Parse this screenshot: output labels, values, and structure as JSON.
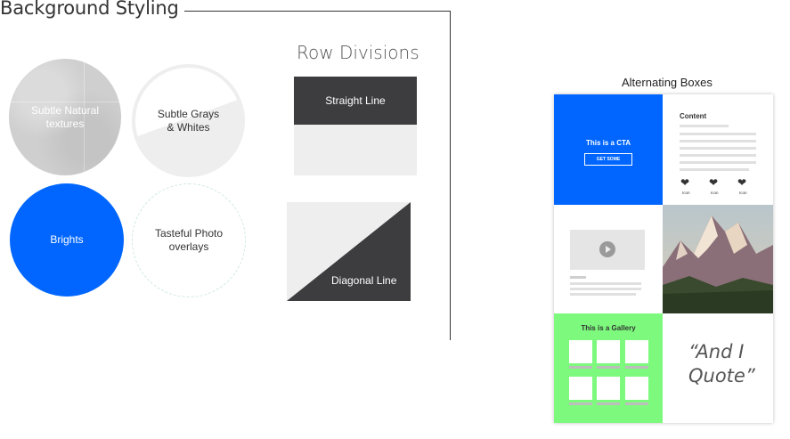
{
  "header": {
    "title": "Background Styling"
  },
  "backgrounds": {
    "texture_label": "Subtle Natural textures",
    "grays_label": "Subtle Grays & Whites",
    "brights_label": "Brights",
    "photo_label": "Tasteful Photo overlays",
    "colors": {
      "bright": "#0066ff",
      "gray": "#eeeeee",
      "texture": "#cfcfcf"
    }
  },
  "row_divisions": {
    "title": "Row Divisions",
    "straight_label": "Straight Line",
    "diagonal_label": "Diagonal Line",
    "colors": {
      "dark": "#3d3d3f",
      "light": "#eeeeee"
    }
  },
  "alternating": {
    "title": "Alternating Boxes",
    "cta_text": "This is a CTA",
    "cta_button": "GET SOME",
    "content_title": "Content",
    "icon_label": "Icon",
    "gallery_title": "This is a Gallery",
    "quote_line1": "“And I",
    "quote_line2": "Quote”",
    "colors": {
      "cta": "#0066ff",
      "gallery": "#7dfa7d"
    }
  }
}
